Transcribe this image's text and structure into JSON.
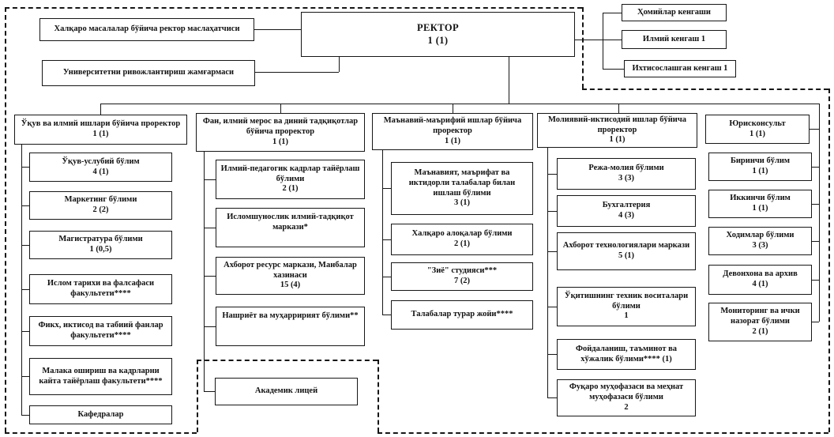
{
  "org": {
    "rektor": {
      "label": "РЕКТОР",
      "staff": "1 (1)"
    },
    "advisors": [
      {
        "label": "Халқаро масалалар бўйича ректор маслаҳатчиси"
      },
      {
        "label": "Университетни ривожлантириш жамғармаси"
      }
    ],
    "councils": [
      {
        "label": "Ҳомийлар кенгаши"
      },
      {
        "label": "Илмий кенгаш 1"
      },
      {
        "label": "Ихтисослашган кенгаш 1"
      }
    ],
    "columns": [
      {
        "head": {
          "label": "Ўқув ва илмий ишлари бўйича проректор",
          "staff": "1 (1)"
        },
        "children": [
          {
            "label": "Ўқув-услубий бўлим",
            "staff": "4 (1)"
          },
          {
            "label": "Маркетинг бўлими",
            "staff": "2 (2)"
          },
          {
            "label": "Магистратура бўлими",
            "staff": "1 (0,5)"
          },
          {
            "label": "Ислом тарихи ва фалсафаси факультети****"
          },
          {
            "label": "Фикх, иктисод ва табиий фанлар факультети****"
          },
          {
            "label": "Малака ошириш ва кадрларни кайта тайёрлаш факультети****"
          },
          {
            "label": "Кафедралар"
          }
        ]
      },
      {
        "head": {
          "label": "Фан, илмий мерос ва диний тадқиқотлар бўйича проректор",
          "staff": "1 (1)"
        },
        "children": [
          {
            "label": "Илмий-педагогик кадрлар тайёрлаш бўлими",
            "staff": "2 (1)"
          },
          {
            "label": "Исломшунослик илмий-тадқиқот маркази*"
          },
          {
            "label": "Ахборот ресурс маркази, Манбалар хазинаси",
            "staff": "15 (4)"
          },
          {
            "label": "Нашриёт ва муҳарририят бўлими**"
          },
          {
            "label": "Академик лицей"
          }
        ]
      },
      {
        "head": {
          "label": "Маънавий-маърифий ишлар бўйича проректор",
          "staff": "1 (1)"
        },
        "children": [
          {
            "label": "Маънавият, маърифат ва иктидорли талабалар билан ишлаш бўлими",
            "staff": "3 (1)"
          },
          {
            "label": "Халқаро алоқалар бўлими",
            "staff": "2 (1)"
          },
          {
            "label": "\"Зиё\" студияси***",
            "staff": "7 (2)"
          },
          {
            "label": "Талабалар турар жойи****"
          }
        ]
      },
      {
        "head": {
          "label": "Молиявий-иктисодий  ишлар бўйича проректор",
          "staff": "1 (1)"
        },
        "children": [
          {
            "label": "Режа-молия бўлими",
            "staff": "3 (3)"
          },
          {
            "label": "Бухгалтерия",
            "staff": "4 (3)"
          },
          {
            "label": "Ахборот технологиялари маркази",
            "staff": "5 (1)"
          },
          {
            "label": "Ўқитишнинг техник воситалари бўлими",
            "staff": "1"
          },
          {
            "label": "Фойдаланиш, таъминот ва хўжалик бўлими**** (1)"
          },
          {
            "label": "Фуқаро муҳофазаси ва меҳнат муҳофазаси бўлими",
            "staff": "2"
          }
        ]
      },
      {
        "children": [
          {
            "label": "Юрисконсульт",
            "staff": "1 (1)"
          },
          {
            "label": "Биринчи бўлим",
            "staff": "1 (1)"
          },
          {
            "label": "Иккинчи бўлим",
            "staff": "1 (1)"
          },
          {
            "label": "Ходимлар бўлими",
            "staff": "3 (3)"
          },
          {
            "label": "Девонхона ва архив",
            "staff": "4 (1)"
          },
          {
            "label": "Мониторинг ва ички назорат бўлими",
            "staff": "2 (1)"
          }
        ]
      }
    ]
  }
}
